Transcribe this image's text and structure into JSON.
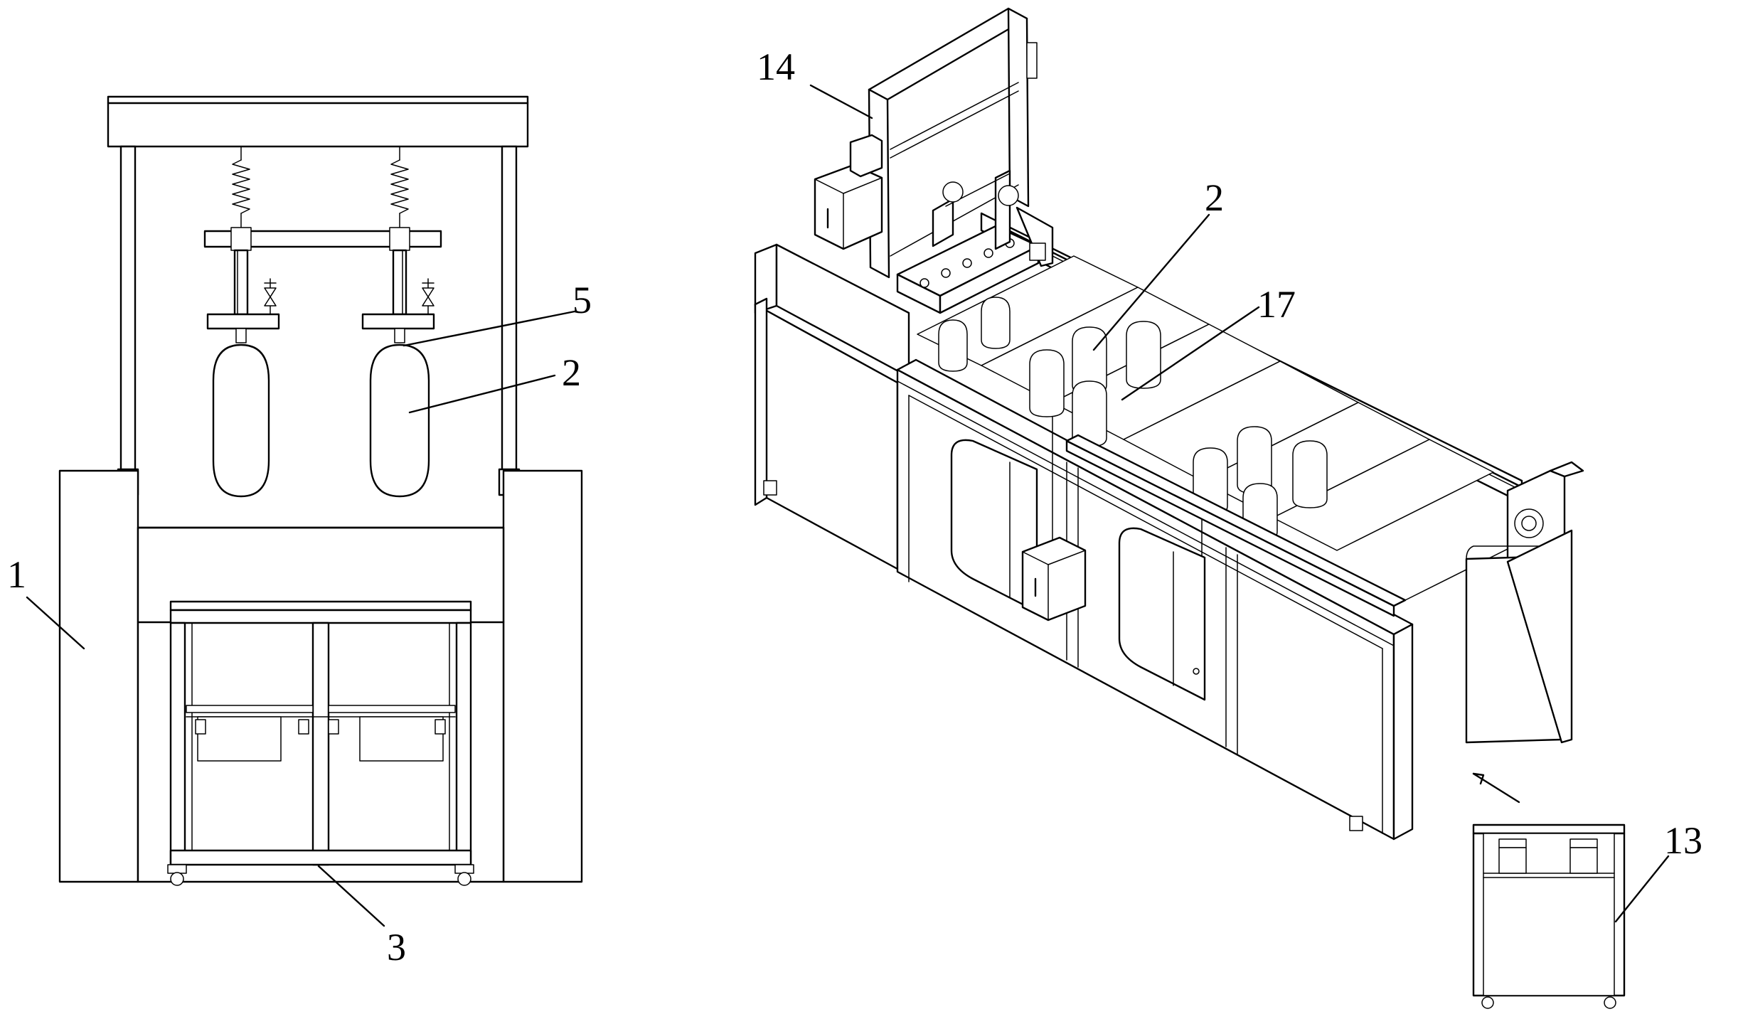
{
  "labels": {
    "frame": "1",
    "cylinder_front": "2",
    "cart_front": "3",
    "valve": "5",
    "cart_side": "13",
    "lifting_frame": "14",
    "cylinder_iso": "2",
    "rail": "17"
  }
}
